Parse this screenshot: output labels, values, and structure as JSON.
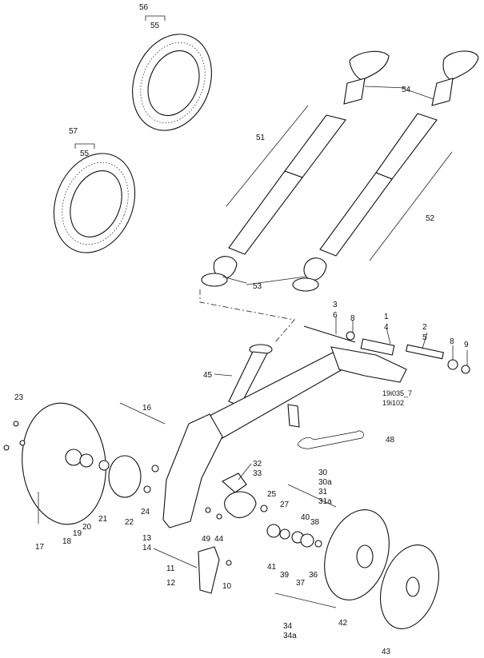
{
  "diagram": {
    "codes": [
      "19i035_7",
      "19i102"
    ],
    "callouts": [
      {
        "id": "c1",
        "text": "1"
      },
      {
        "id": "c2",
        "text": "2"
      },
      {
        "id": "c3",
        "text": "3"
      },
      {
        "id": "c4",
        "text": "4"
      },
      {
        "id": "c5",
        "text": "5"
      },
      {
        "id": "c6",
        "text": "6"
      },
      {
        "id": "c8a",
        "text": "8"
      },
      {
        "id": "c8b",
        "text": "8"
      },
      {
        "id": "c9",
        "text": "9"
      },
      {
        "id": "c10",
        "text": "10"
      },
      {
        "id": "c11",
        "text": "11"
      },
      {
        "id": "c12",
        "text": "12"
      },
      {
        "id": "c13",
        "text": "13"
      },
      {
        "id": "c14",
        "text": "14"
      },
      {
        "id": "c16",
        "text": "16"
      },
      {
        "id": "c17",
        "text": "17"
      },
      {
        "id": "c18",
        "text": "18"
      },
      {
        "id": "c19",
        "text": "19"
      },
      {
        "id": "c20",
        "text": "20"
      },
      {
        "id": "c21",
        "text": "21"
      },
      {
        "id": "c22",
        "text": "22"
      },
      {
        "id": "c23",
        "text": "23"
      },
      {
        "id": "c24",
        "text": "24"
      },
      {
        "id": "c25",
        "text": "25"
      },
      {
        "id": "c27",
        "text": "27"
      },
      {
        "id": "c30",
        "text": "30"
      },
      {
        "id": "c30a",
        "text": "30a"
      },
      {
        "id": "c31",
        "text": "31"
      },
      {
        "id": "c31a",
        "text": "31a"
      },
      {
        "id": "c32",
        "text": "32"
      },
      {
        "id": "c33",
        "text": "33"
      },
      {
        "id": "c34",
        "text": "34"
      },
      {
        "id": "c34a",
        "text": "34a"
      },
      {
        "id": "c36",
        "text": "36"
      },
      {
        "id": "c37",
        "text": "37"
      },
      {
        "id": "c38",
        "text": "38"
      },
      {
        "id": "c39",
        "text": "39"
      },
      {
        "id": "c40",
        "text": "40"
      },
      {
        "id": "c41",
        "text": "41"
      },
      {
        "id": "c42",
        "text": "42"
      },
      {
        "id": "c43",
        "text": "43"
      },
      {
        "id": "c44",
        "text": "44"
      },
      {
        "id": "c45",
        "text": "45"
      },
      {
        "id": "c48",
        "text": "48"
      },
      {
        "id": "c49",
        "text": "49"
      },
      {
        "id": "c51",
        "text": "51"
      },
      {
        "id": "c52",
        "text": "52"
      },
      {
        "id": "c53",
        "text": "53"
      },
      {
        "id": "c54",
        "text": "54"
      },
      {
        "id": "c55a",
        "text": "55"
      },
      {
        "id": "c55b",
        "text": "55"
      },
      {
        "id": "c56",
        "text": "56"
      },
      {
        "id": "c57",
        "text": "57"
      }
    ]
  }
}
